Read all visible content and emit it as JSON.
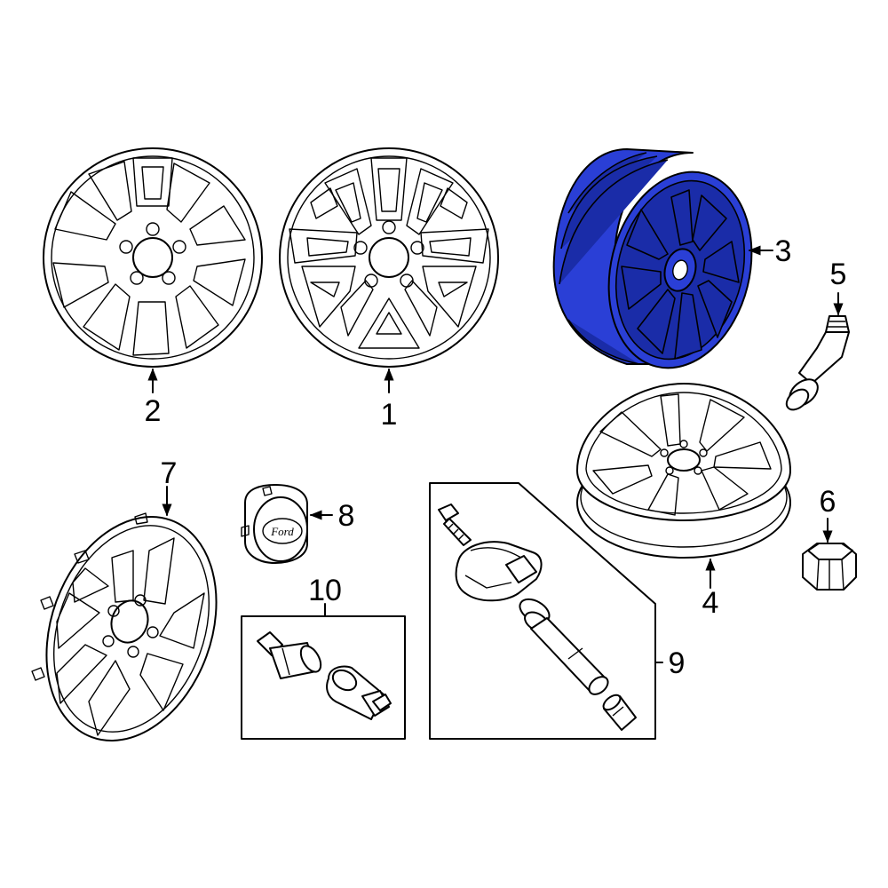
{
  "colors": {
    "highlight": "#2a3fd6",
    "highlight_dark": "#1a2ca8",
    "line": "#000000"
  },
  "callouts": {
    "part1": "1",
    "part2": "2",
    "part3": "3",
    "part4": "4",
    "part5": "5",
    "part6": "6",
    "part7": "7",
    "part8": "8",
    "part9": "9",
    "part10": "10"
  },
  "center_cap_logo": "Ford"
}
